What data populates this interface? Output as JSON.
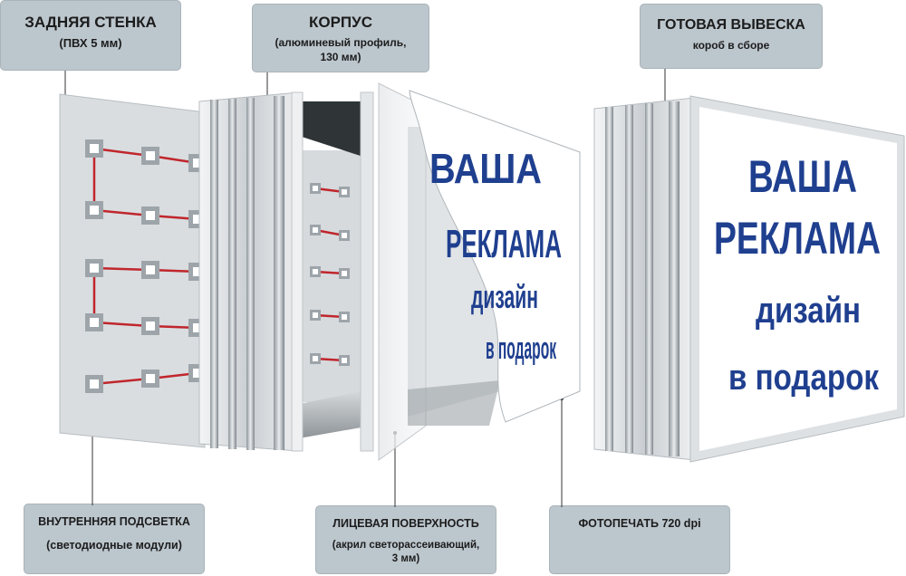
{
  "labels": {
    "back_panel": {
      "title": "ЗАДНЯЯ СТЕНКА",
      "subtitle": "(ПВХ 5 мм)"
    },
    "body": {
      "title": "КОРПУС",
      "subtitle": "(алюминевый профиль,\n130 мм)"
    },
    "finished": {
      "title": "ГОТОВАЯ ВЫВЕСКА",
      "subtitle": "короб в сборе"
    },
    "lighting": {
      "title": "ВНУТРЕННЯЯ ПОДСВЕТКА",
      "subtitle": "(светодиодные модули)"
    },
    "face": {
      "title": "ЛИЦЕВАЯ ПОВЕРХНОСТЬ",
      "subtitle": "(акрил светорассеивающий,\n3 мм)"
    },
    "print": {
      "title": "ФОТОПЕЧАТЬ 720 dpi"
    }
  },
  "sign_text": {
    "line1": "ВАША",
    "line2": "РЕКЛАМА",
    "line3": "дизайн",
    "line4": "в подарок"
  },
  "peel_text": {
    "line1": "ВАША",
    "line2": "РЕКЛАМА",
    "line3": "дизайн",
    "line4": "в подарок"
  },
  "colors": {
    "label_bg": "#bcc6cd",
    "sign_text": "#1f3f8f",
    "led_wire": "#c0262c",
    "panel": "#d9dde0"
  }
}
